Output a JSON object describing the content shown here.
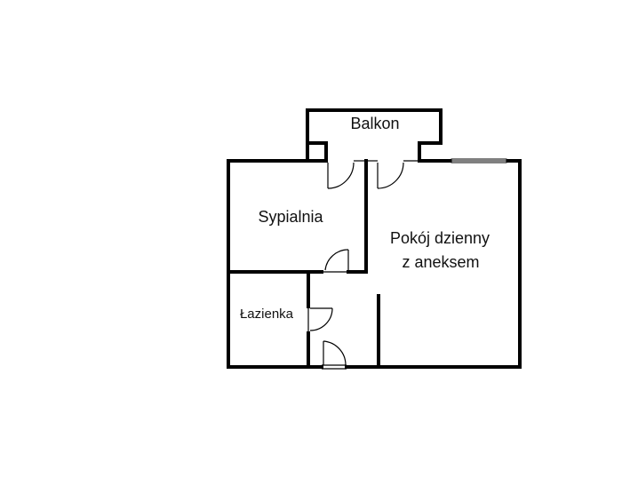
{
  "rooms": {
    "balcony": "Balkon",
    "bedroom": "Sypialnia",
    "living_line1": "Pokój dzienny",
    "living_line2": "z aneksem",
    "bathroom": "Łazienka"
  },
  "colors": {
    "wall": "#000000",
    "background": "#ffffff"
  }
}
